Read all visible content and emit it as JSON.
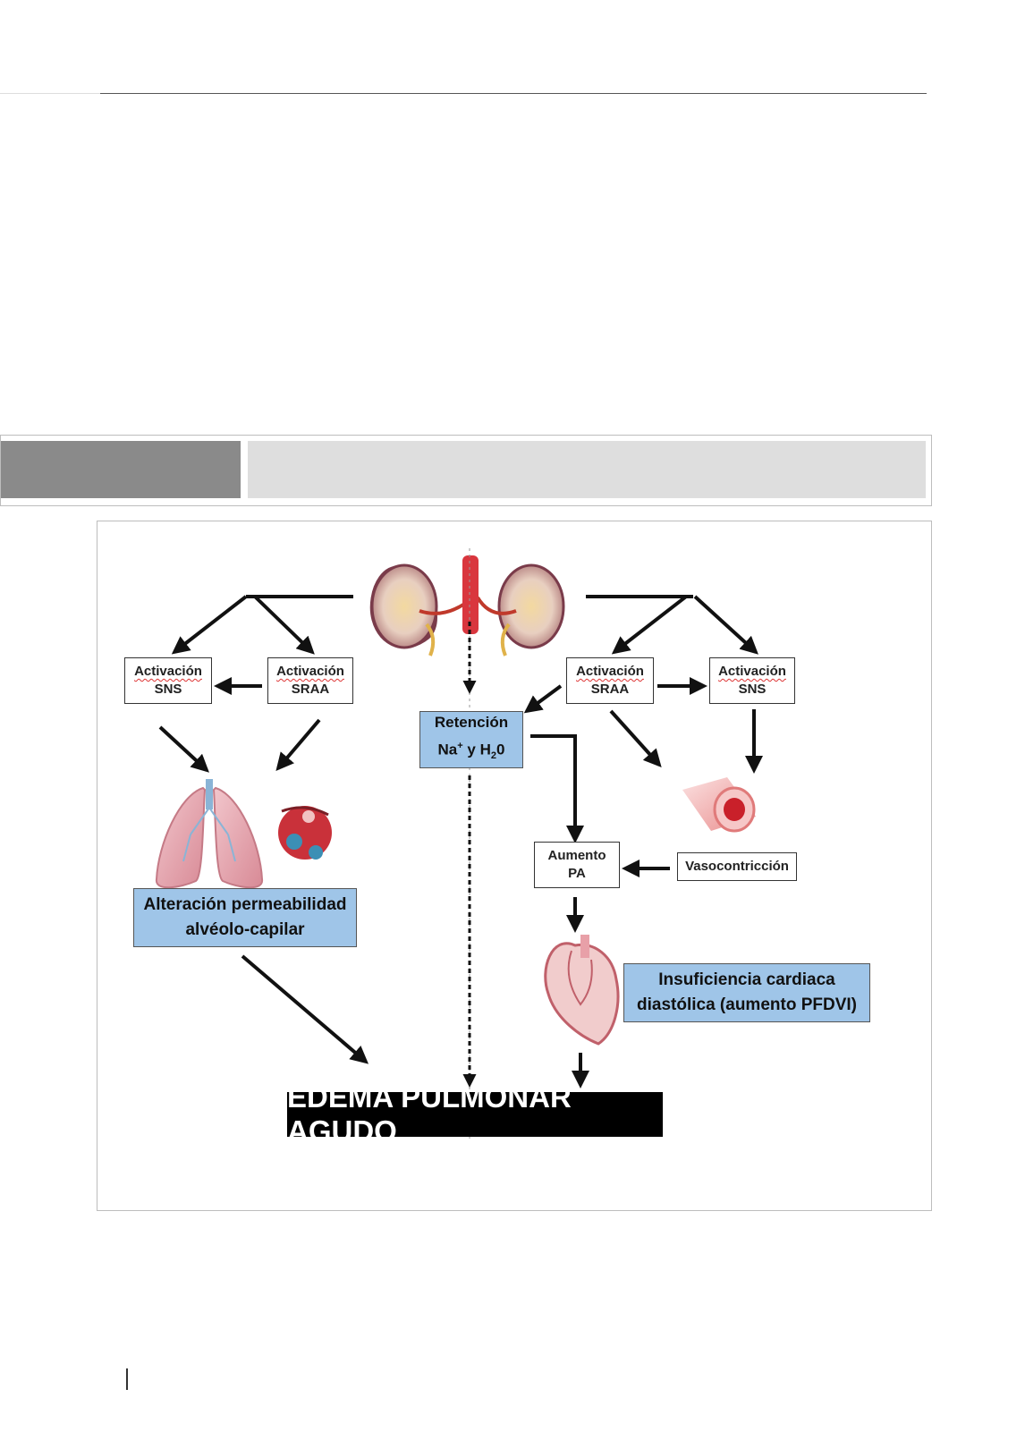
{
  "diagram": {
    "left": {
      "sns": {
        "line1": "Activación",
        "line2": "SNS"
      },
      "sraa": {
        "line1": "Activación",
        "line2": "SRAA"
      },
      "permeability": {
        "line1": "Alteración permeabilidad",
        "line2": "alvéolo-capilar"
      }
    },
    "center": {
      "retention": {
        "line1": "Retención",
        "line2_prefix": "Na",
        "line2_sup": "+",
        "line2_mid": " y H",
        "line2_sub": "2",
        "line2_suffix": "0"
      }
    },
    "right": {
      "sraa": {
        "line1": "Activación",
        "line2": "SRAA"
      },
      "sns": {
        "line1": "Activación",
        "line2": "SNS"
      },
      "vasoconstriction": "Vasocontricción",
      "bp_increase": {
        "line1": "Aumento",
        "line2": "PA"
      },
      "heart_failure": {
        "line1": "Insuficiencia cardiaca",
        "line2": "diastólica (aumento PFDVI)"
      }
    },
    "final": "EDEMA PULMONAR AGUDO",
    "icons": [
      "kidneys-icon",
      "lungs-icon",
      "alveoli-icon",
      "blood-vessel-icon",
      "heart-icon"
    ],
    "colors": {
      "blue_box": "#9fc5e8",
      "final_bg": "#000000",
      "organ_red": "#d9363e"
    }
  }
}
